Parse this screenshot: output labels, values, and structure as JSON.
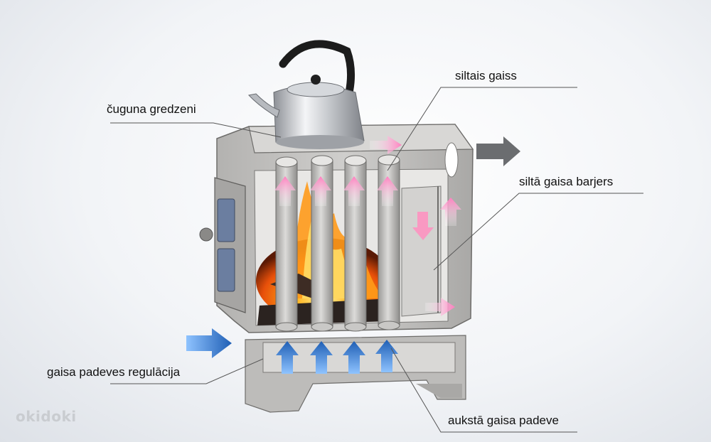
{
  "labels": {
    "cast_iron_rings": "čuguna gredzeni",
    "warm_air": "siltais gaiss",
    "warm_air_barrier": "siltā gaisa barjers",
    "air_supply_regulation": "gaisa padeves regulācija",
    "cold_air_supply": "aukstā gaisa padeve"
  },
  "watermark": "okidoki",
  "colors": {
    "stove_body": "#c4c3c1",
    "stove_edge": "#6e6d6b",
    "warm_arrow": "#ff8fc0",
    "cold_arrow": "#2b78c8",
    "exhaust_arrow": "#6b6d70",
    "fire": "#ff9a1a",
    "leader_line": "#555555"
  },
  "icons": [
    "kettle-icon",
    "fire-icon",
    "exhaust-arrow-icon"
  ]
}
